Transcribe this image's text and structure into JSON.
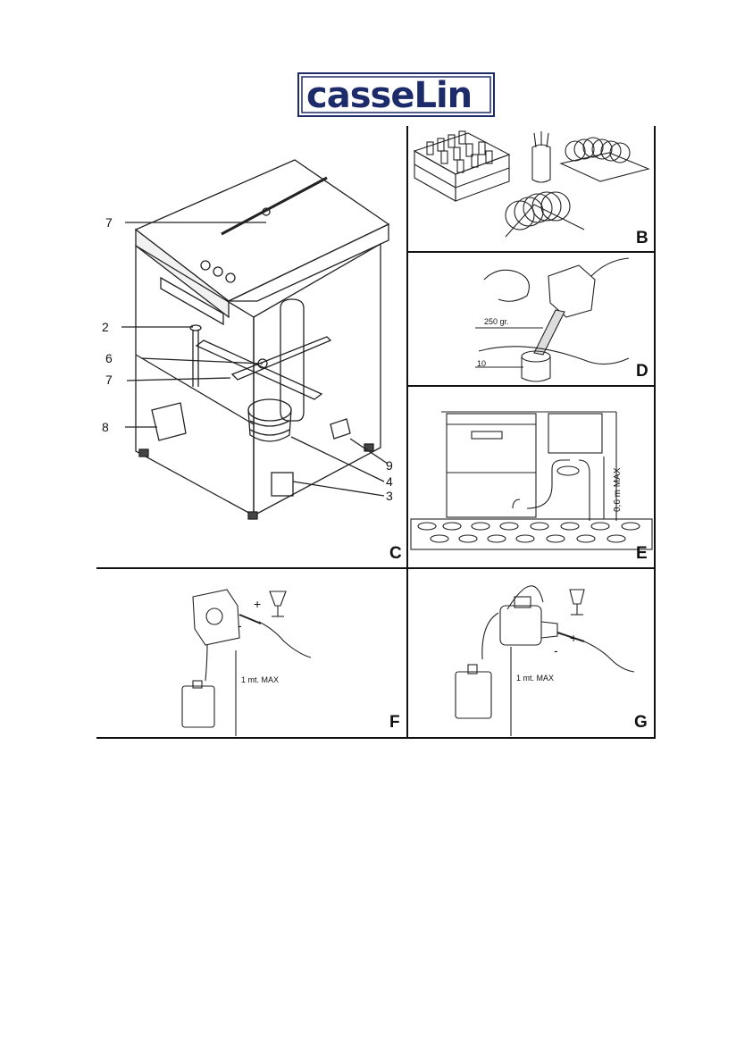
{
  "brand": {
    "logo_text": "casseLin",
    "color": "#1d2b6a"
  },
  "panels": {
    "C": {
      "letter": "C",
      "callouts": [
        "7",
        "2",
        "6",
        "7",
        "8",
        "9",
        "4",
        "3"
      ]
    },
    "B": {
      "letter": "B"
    },
    "D": {
      "letter": "D",
      "dose_label": "250 gr.",
      "part_label": "10"
    },
    "E": {
      "letter": "E",
      "height_label": "0,6 m MAX"
    },
    "F": {
      "letter": "F",
      "length_label": "1 mt. MAX",
      "plus": "+",
      "minus": "-"
    },
    "G": {
      "letter": "G",
      "length_label": "1 mt. MAX",
      "plus": "+",
      "minus": "-"
    }
  }
}
